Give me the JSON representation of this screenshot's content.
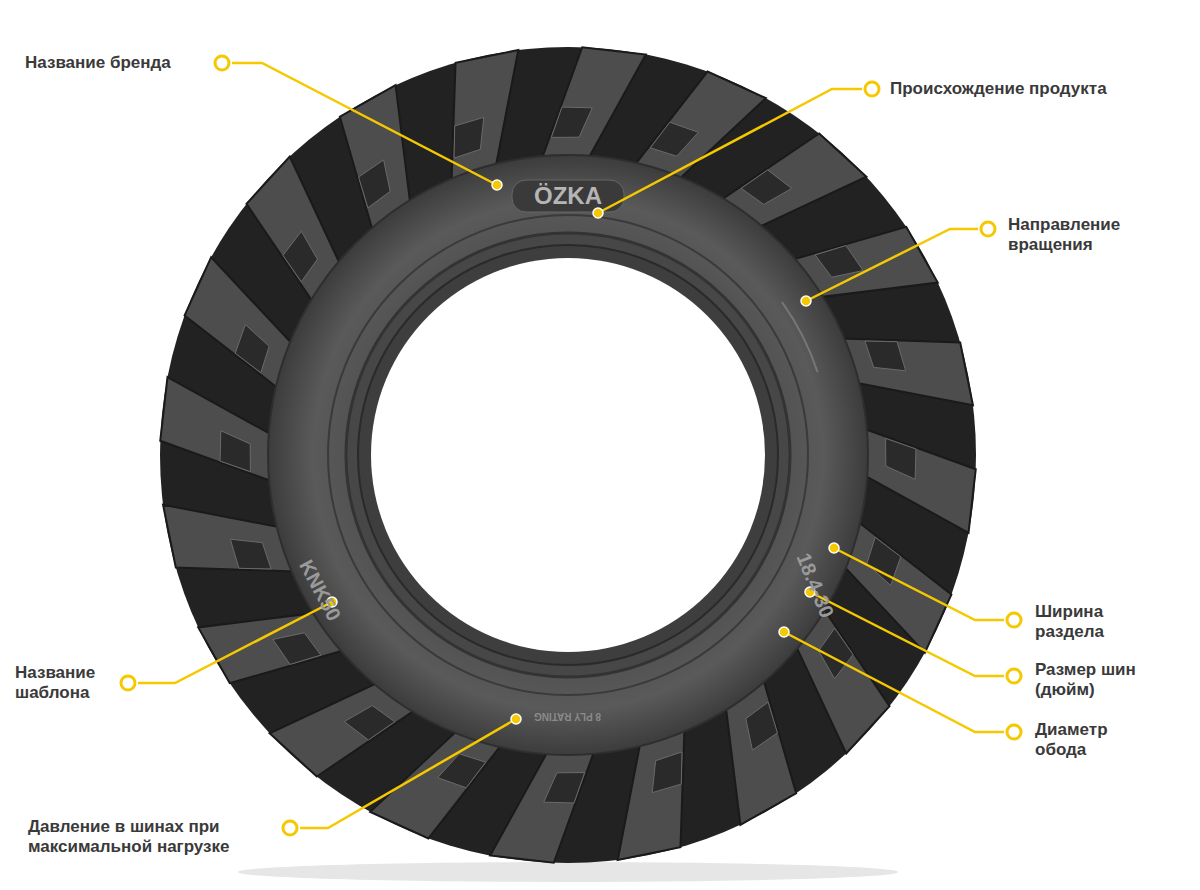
{
  "diagram": {
    "labels": [
      "Название бренда",
      "Происхождение продукта",
      "Направление вращения",
      "Ширина раздела",
      "Размер шин (дюйм)",
      "Диаметр обода",
      "Название шаблона",
      "Давление в шинах при максимальной нагрузке",
      "ÖZKA",
      "KNK50",
      "18.4-30",
      "8 PLY RATING"
    ]
  }
}
